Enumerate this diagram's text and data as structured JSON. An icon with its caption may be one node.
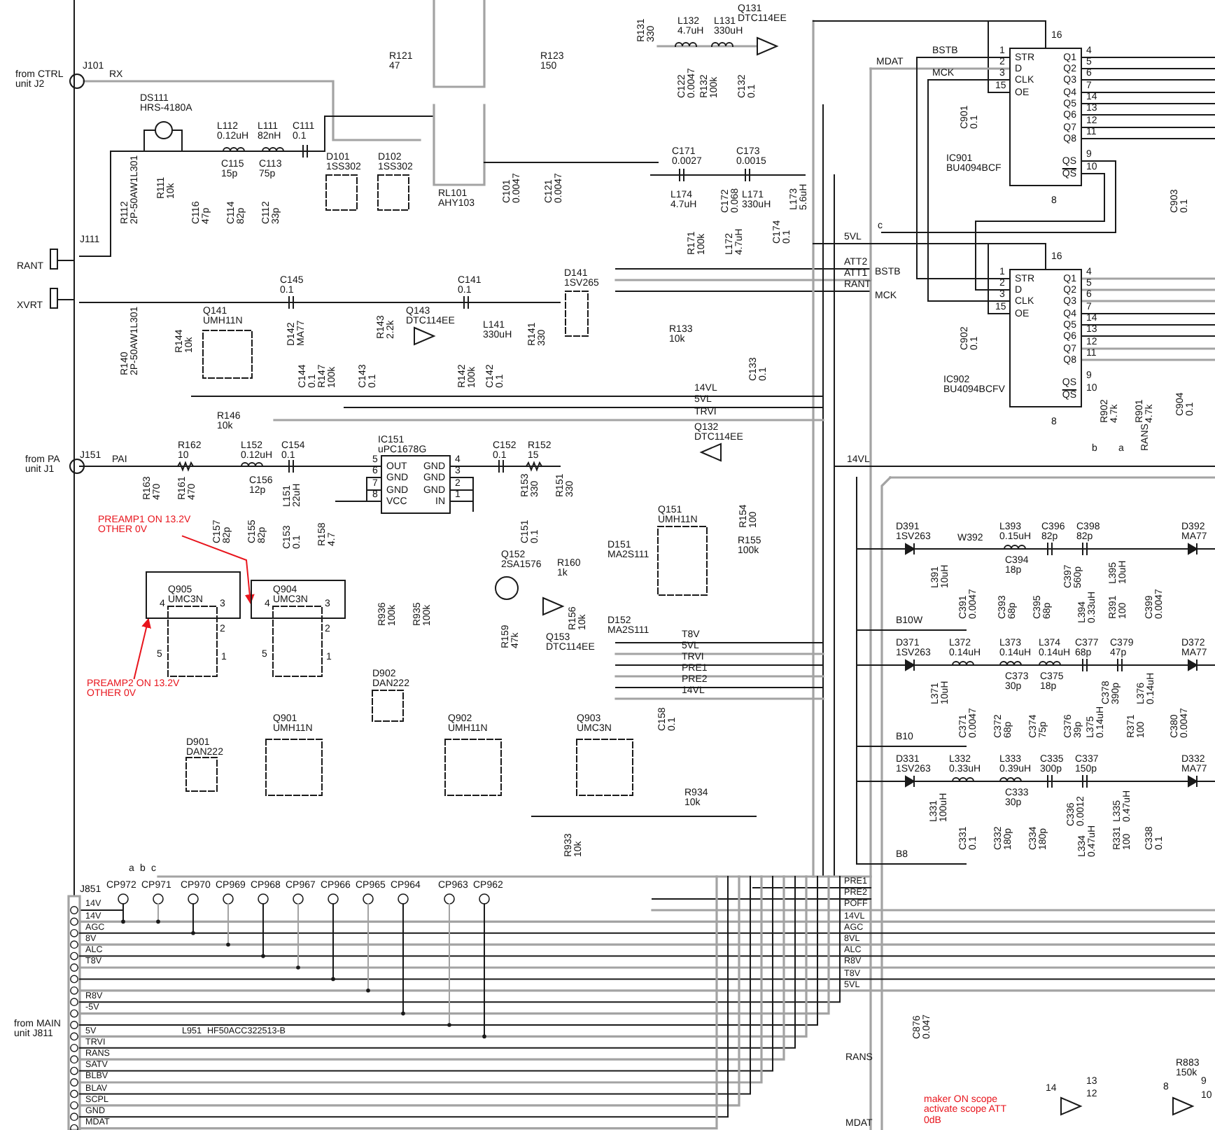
{
  "diagram": {
    "nodes": [
      {
        "text": [
          "STR",
          "D",
          "CLK",
          "OE",
          "Q1",
          "Q2",
          "Q3",
          "Q4",
          "Q5",
          "Q6",
          "Q7",
          "Q8",
          "QS",
          "QS"
        ],
        "beside": [
          "IC901 BU4094BCF"
        ]
      },
      {
        "text": [
          "STR",
          "D",
          "CLK",
          "OE",
          "Q1",
          "Q2",
          "Q3",
          "Q4",
          "Q5",
          "Q6",
          "Q7",
          "Q8",
          "QS",
          "QS"
        ],
        "beside": [
          "IC902 BU4094BCFV"
        ]
      },
      {
        "text": [
          "OUT",
          "GND",
          "GND",
          "VCC",
          "GND",
          "GND",
          "GND",
          "IN"
        ],
        "beside": [
          "IC151 uPC1678G"
        ]
      },
      {
        "text": [
          "PREAMP1 ON 13.2V OTHER 0V"
        ]
      },
      {
        "text": [],
        "shape": "box"
      },
      {
        "text": [],
        "shape": "box"
      },
      {
        "text": [
          "PREAMP2 ON 13.2V OTHER 0V"
        ]
      }
    ],
    "edges": [
      {
        "from": 3,
        "to": 5,
        "arrow": "to",
        "color": "#e8141c"
      },
      {
        "from": 6,
        "to": 4,
        "arrow": "to",
        "color": "#e8141c"
      },
      {
        "from": 0,
        "to": 1,
        "arrow": "none"
      },
      {
        "from": 0,
        "to": 1,
        "arrow": "none"
      },
      {
        "from": 0,
        "to": 1,
        "arrow": "none"
      }
    ],
    "labels": [
      "from CTRL unit J2",
      "J101",
      "RX",
      "DS111 HRS-4180A",
      "R121 47",
      "R123 150",
      "R131 330",
      "Q131 DTC114EE",
      "L132 4.7uH",
      "L131 330uH",
      "C122 0.0047",
      "R132 100k",
      "C132 0.1",
      "L112 0.12uH",
      "L111 82nH",
      "C111 0.1",
      "D101 1SS302",
      "D102 1SS302",
      "C115 15p",
      "C113 75p",
      "R112 2P-50AW1L301",
      "R111 10k",
      "C116 47p",
      "C114 82p",
      "C112 33p",
      "RL101 AHY103",
      "C101 0.0047",
      "C121 0.0047",
      "MDAT",
      "BSTB",
      "MCK",
      "16",
      "C901 0.1",
      "8",
      "C903 0.1",
      "C171 0.0027",
      "C173 0.0015",
      "L174 4.7uH",
      "C172 0.068",
      "L171 330uH",
      "L173 5.6uH",
      "R171 100k",
      "L172 4.7uH",
      "C174 0.1",
      "J111",
      "RANT",
      "XVRT",
      "C145 0.1",
      "C141 0.1",
      "D141 1SV265",
      "Q141 UMH11N",
      "R140 2P-50AW1L301",
      "R144 10k",
      "D142 MA77",
      "R143 2.2k",
      "Q143 DTC114EE",
      "L141 330uH",
      "R141 330",
      "C144 0.1",
      "R147 100k",
      "C143 0.1",
      "R142 100k",
      "C142 0.1",
      "5VL",
      "c",
      "ATT2",
      "ATT1",
      "RANT",
      "BSTB",
      "MCK",
      "16",
      "R133 10k",
      "C902 0.1",
      "C133 0.1",
      "R146 10k",
      "from PA unit J1",
      "J151",
      "PAI",
      "R162 10",
      "L152 0.12uH",
      "C154 0.1",
      "C152 0.1",
      "R152 15",
      "R163 470",
      "R161 470",
      "C156 12p",
      "C157 82p",
      "C155 82p",
      "L151 22uH",
      "C153 0.1",
      "R158 4.7",
      "R153 330",
      "R151 330",
      "C151 0.1",
      "Q152 2SA1576",
      "R160 1k",
      "Q905 UMC3N",
      "Q904 UMC3N",
      "R936 100k",
      "R935 100k",
      "R159 47k",
      "Q153 DTC114EE",
      "R156 10k",
      "D902 DAN222",
      "Q901 UMH11N",
      "Q902 UMH11N",
      "Q903 UMC3N",
      "D901 DAN222",
      "14VL",
      "5VL",
      "TRVI",
      "Q132 DTC114EE",
      "R902 4.7k",
      "R901 4.7k",
      "C904 0.1",
      "b",
      "a",
      "RANS",
      "14VL",
      "Q151 UMH11N",
      "D151 MA2S111",
      "R154 100",
      "R155 100k",
      "D152 MA2S111",
      "T8V",
      "5VL",
      "TRVI",
      "PRE1",
      "PRE2",
      "14VL",
      "C158 0.1",
      "D391 1SV263",
      "W392",
      "L393 0.15uH",
      "C396 82p",
      "C398 82p",
      "D392 MA77",
      "C394 18p",
      "L391 10uH",
      "C391 0.0047",
      "C393 68p",
      "C395 68p",
      "C397 560p",
      "L394 0.33uH",
      "L395 10uH",
      "R391 100",
      "C399 0.0047",
      "B10W",
      "D371 1SV263",
      "L372 0.14uH",
      "L373 0.14uH",
      "L374 0.14uH",
      "C377 68p",
      "C379 47p",
      "D372 MA77",
      "C373 30p",
      "C375 18p",
      "L371 10uH",
      "C371 0.0047",
      "C372 68p",
      "C374 75p",
      "C376 39p",
      "C378 390p",
      "L376 0.14uH",
      "L375 0.14uH",
      "R371 100",
      "C380 0.0047",
      "B10",
      "R933 10k",
      "a",
      "b",
      "c",
      "CP972",
      "CP971",
      "CP970",
      "CP969",
      "CP968",
      "CP967",
      "CP966",
      "CP965",
      "CP964",
      "CP963",
      "CP962",
      "J851",
      "14V",
      "14V",
      "AGC",
      "8V",
      "ALC",
      "T8V",
      "R8V",
      "-5V",
      "5V",
      "TRVI",
      "RANS",
      "SATV",
      "BLBV",
      "BLAV",
      "SCPL",
      "GND",
      "MDAT",
      "from MAIN unit J811",
      "L951",
      "HF50ACC322513-B",
      "R934 10k",
      "D331 1SV263",
      "L332 0.33uH",
      "L333 0.39uH",
      "C335 300p",
      "C337 150p",
      "D332 MA77",
      "C333 30p",
      "L331 100uH",
      "C331 0.1",
      "C332 180p",
      "C334 180p",
      "C336 0.0012",
      "L334 0.47uH",
      "L335 0.47uH",
      "R331 100",
      "C338 0.1",
      "B8",
      "PRE1",
      "PRE2",
      "POFF",
      "14VL",
      "AGC",
      "8VL",
      "ALC",
      "R8V",
      "T8V",
      "5VL",
      "C876 0.047",
      "RANS",
      "R883 150k",
      "maker ON scope activate scope ATT 0dB",
      "MDAT",
      "14",
      "13",
      "12",
      "8",
      "9",
      "10",
      "1",
      "2",
      "3",
      "15",
      "4",
      "5",
      "6",
      "7",
      "14",
      "13",
      "12",
      "11",
      "9",
      "10",
      "1",
      "2",
      "3",
      "15",
      "4",
      "5",
      "6",
      "7",
      "14",
      "13",
      "12",
      "11",
      "9",
      "10",
      "5",
      "6",
      "7",
      "8",
      "4",
      "3",
      "2",
      "1",
      "4",
      "3",
      "2",
      "5",
      "1",
      "4",
      "3",
      "2",
      "5",
      "1",
      "8"
    ]
  }
}
